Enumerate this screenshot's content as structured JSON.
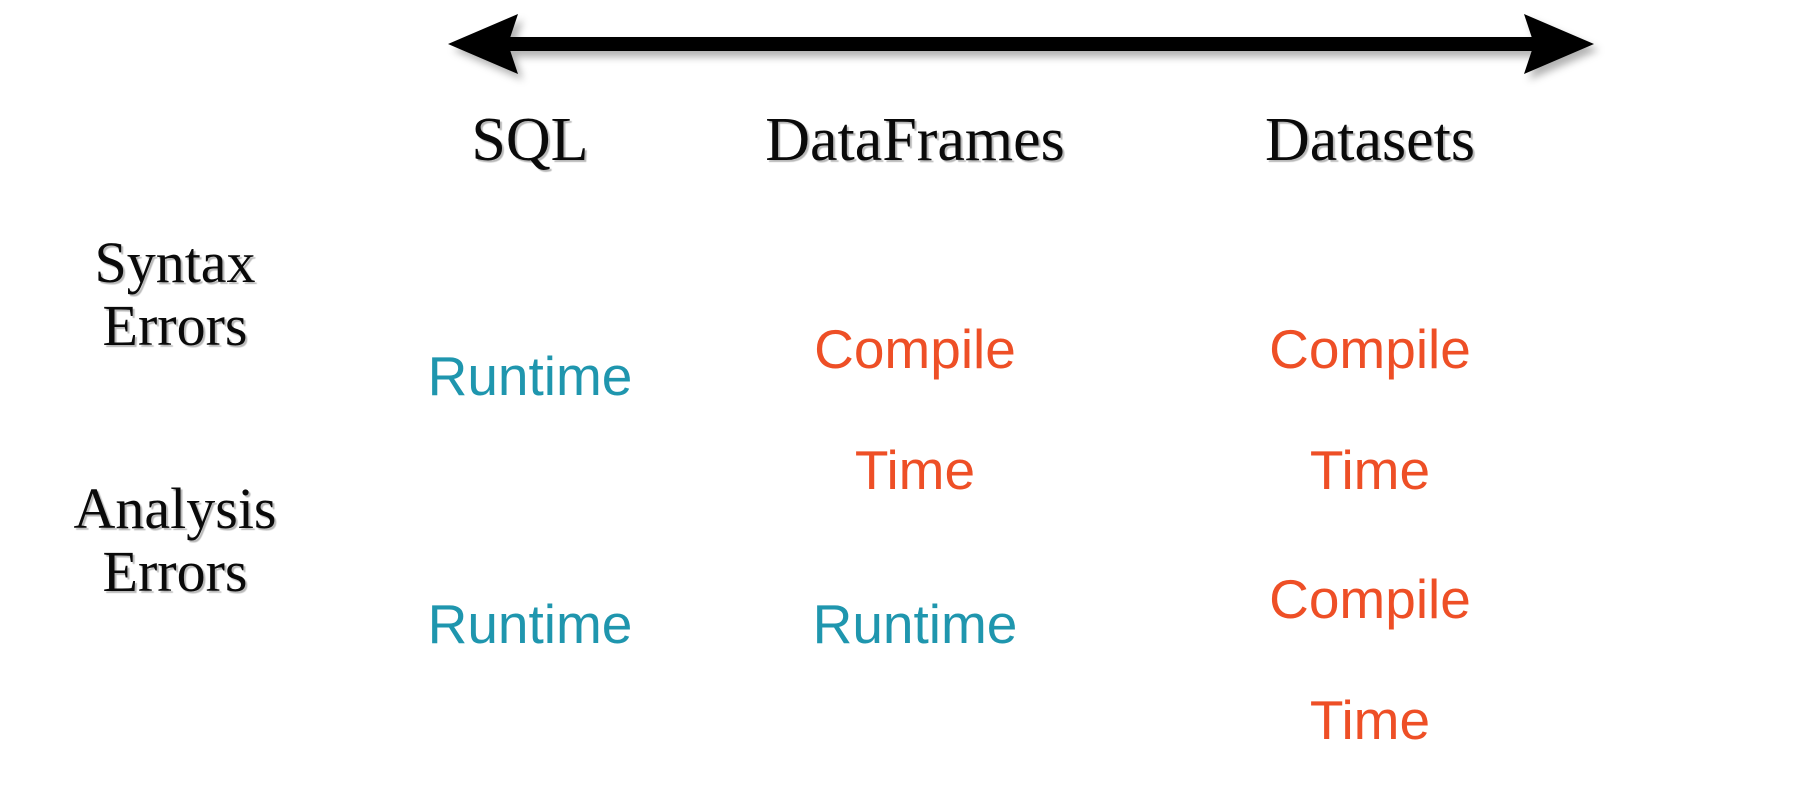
{
  "slide": {
    "background_color": "#ffffff",
    "arrow": {
      "icon": "double-headed-horizontal-arrow",
      "description": "Spectrum arrow spanning the three API columns",
      "color": "#000000",
      "direction": "both"
    }
  },
  "table": {
    "corner_label": "",
    "columns": [
      {
        "label": "SQL"
      },
      {
        "label": "DataFrames"
      },
      {
        "label": "Datasets"
      }
    ],
    "rows": [
      {
        "label_lines": [
          "Syntax",
          "Errors"
        ],
        "cells": [
          {
            "lines": [
              "Runtime"
            ],
            "kind": "runtime",
            "color": "#1f96ae"
          },
          {
            "lines": [
              "Compile",
              "Time"
            ],
            "kind": "compile",
            "color": "#ee4f26"
          },
          {
            "lines": [
              "Compile",
              "Time"
            ],
            "kind": "compile",
            "color": "#ee4f26"
          }
        ]
      },
      {
        "label_lines": [
          "Analysis",
          "Errors"
        ],
        "cells": [
          {
            "lines": [
              "Runtime"
            ],
            "kind": "runtime",
            "color": "#1f96ae"
          },
          {
            "lines": [
              "Runtime"
            ],
            "kind": "runtime",
            "color": "#1f96ae"
          },
          {
            "lines": [
              "Compile",
              "Time"
            ],
            "kind": "compile",
            "color": "#ee4f26"
          }
        ]
      }
    ]
  },
  "colors": {
    "runtime": "#1f96ae",
    "compile": "#ee4f26",
    "text": "#0a0a0a",
    "arrow": "#000000",
    "background": "#ffffff"
  }
}
